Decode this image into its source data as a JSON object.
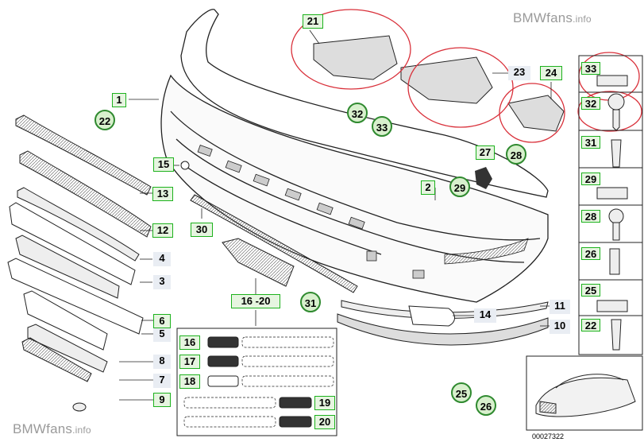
{
  "watermark": {
    "brand": "BMWfans",
    "suffix": ".info"
  },
  "diagram_number": "00027322",
  "callouts": {
    "p1": "1",
    "p2": "2",
    "p3": "3",
    "p4": "4",
    "p5": "5",
    "p6": "6",
    "p7": "7",
    "p8": "8",
    "p9": "9",
    "p10": "10",
    "p11": "11",
    "p12": "12",
    "p13": "13",
    "p14": "14",
    "p15": "15",
    "p16": "16",
    "p17": "17",
    "p18": "18",
    "p19": "19",
    "p20": "20",
    "p21": "21",
    "p23": "23",
    "p24": "24",
    "p27": "27",
    "p30": "30",
    "p16_20": "16 -20"
  },
  "circled": {
    "c22": "22",
    "c28": "28",
    "c29": "29",
    "c31": "31",
    "c32": "32",
    "c33": "33",
    "c25": "25",
    "c26": "26"
  },
  "hardware_column": [
    "33",
    "32",
    "31",
    "29",
    "28",
    "26",
    "25",
    "22"
  ],
  "colors": {
    "label_fill": "#e6f5e0",
    "label_border": "#1db21d",
    "highlight": "#d9303a"
  }
}
